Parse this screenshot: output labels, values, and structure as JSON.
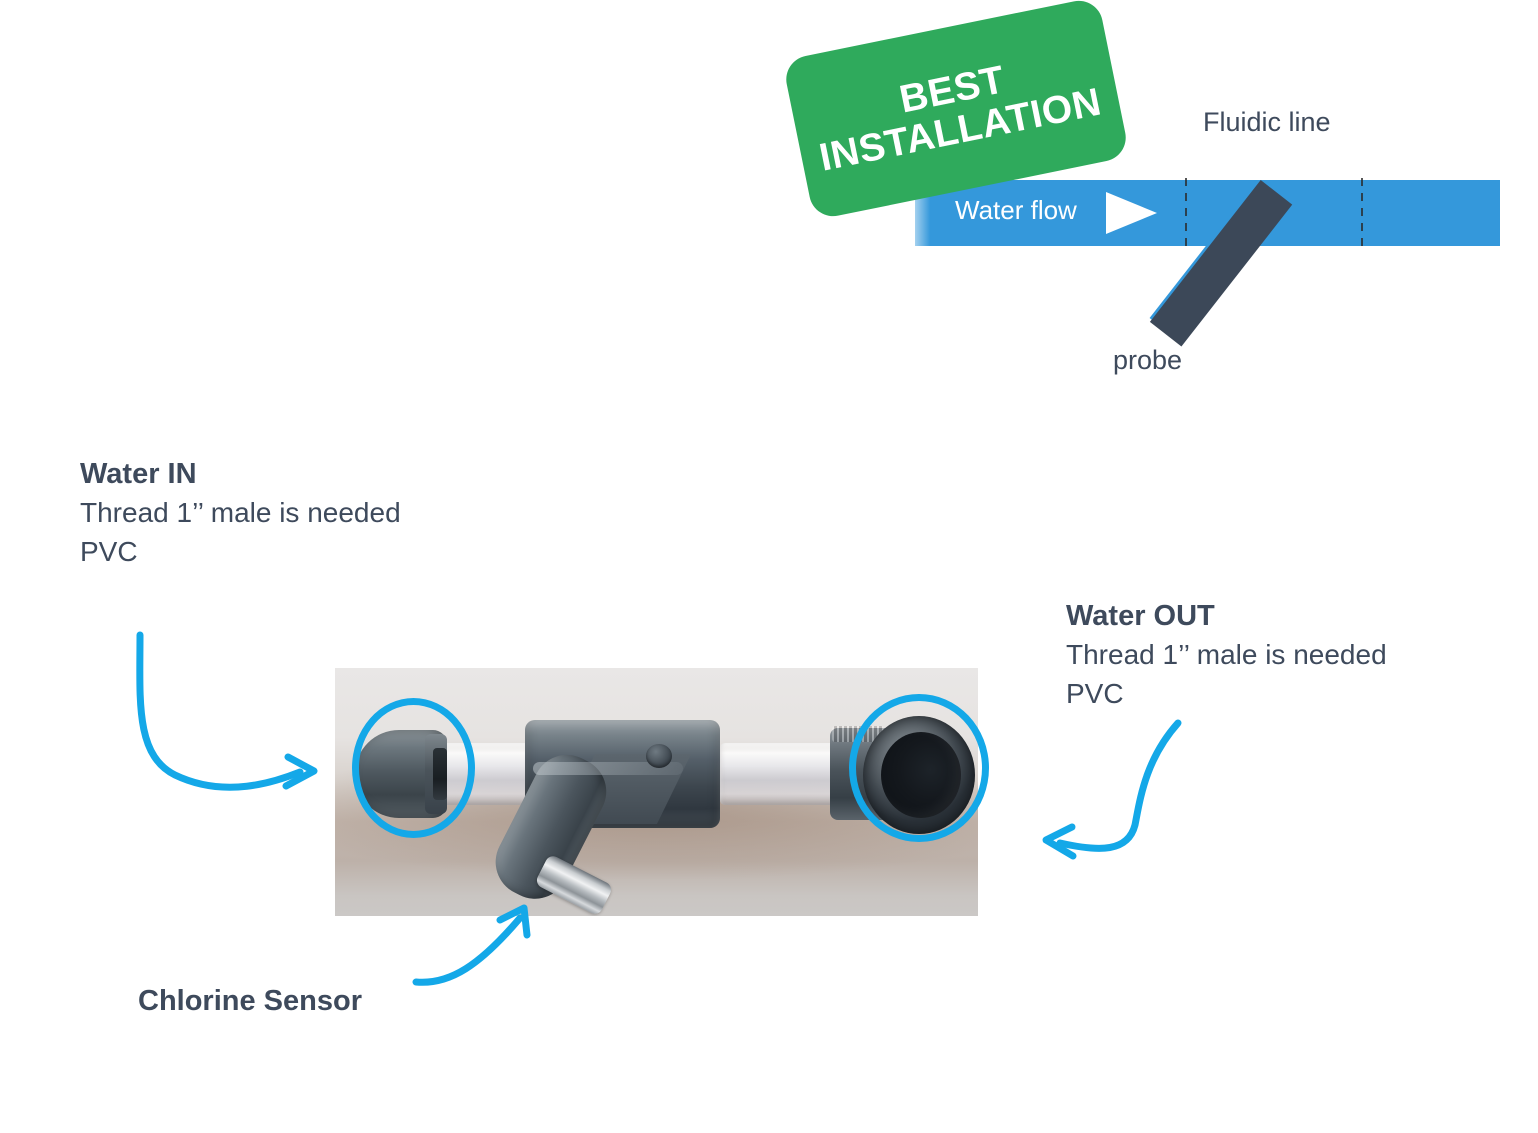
{
  "document": {
    "kind": "installation-diagram",
    "background_color": "#ffffff"
  },
  "colors": {
    "badge_green": "#2faa5c",
    "pipe_blue": "#3498db",
    "probe_dark": "#3c4858",
    "annotation_blue": "#14a8e8",
    "text_dark": "#3e4a5c",
    "white": "#ffffff"
  },
  "schematic": {
    "badge": {
      "line1": "BEST",
      "line2": "INSTALLATION"
    },
    "fluidic_line_label": "Fluidic line",
    "water_flow_label": "Water flow",
    "probe_label": "probe",
    "flow_arrow_icon": "triangle-right-icon",
    "section_markers": 2
  },
  "callouts": {
    "water_in": {
      "title": "Water IN",
      "line1": "Thread 1’’ male is needed",
      "line2": "PVC"
    },
    "water_out": {
      "title": "Water OUT",
      "line1": "Thread 1’’ male is needed",
      "line2": "PVC"
    },
    "chlorine_sensor": {
      "title": "Chlorine Sensor"
    }
  },
  "photo": {
    "alt": "PVC Y-fitting assembly with clear tube section and chlorine sensor probe",
    "highlight_circles": [
      {
        "name": "inlet-highlight",
        "target": "water-in-socket"
      },
      {
        "name": "outlet-highlight",
        "target": "water-out-socket"
      }
    ]
  },
  "arrows": [
    {
      "name": "water-in-arrow",
      "points_to": "inlet-highlight"
    },
    {
      "name": "water-out-arrow",
      "points_to": "outlet-highlight"
    },
    {
      "name": "chlorine-sensor-arrow",
      "points_to": "sensor-probe"
    }
  ]
}
